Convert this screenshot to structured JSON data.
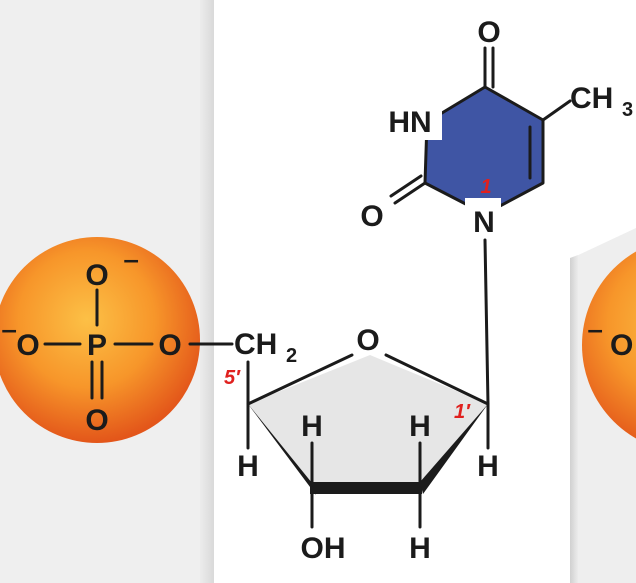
{
  "atoms": {
    "carbonyl_top_o": "O",
    "hn": "HN",
    "methyl_ch": "CH",
    "methyl_sub": "3",
    "carbonyl_left_o": "O",
    "n1": "N",
    "ring_o": "O",
    "ch2_ch": "CH",
    "ch2_sub": "2",
    "h_c4_up": "H",
    "h_c2_up": "H",
    "h_c5_down": "H",
    "h_c1_down": "H",
    "oh": "OH",
    "h_c3_down": "H",
    "p": "P",
    "p_o_top": "O",
    "p_o_left": "O",
    "p_o_right": "O",
    "p_o_bottom": "O",
    "next_o": "O"
  },
  "charges": {
    "p_o_top": "−",
    "p_o_left": "−",
    "next_o": "−"
  },
  "position_labels": {
    "base_n1": "1",
    "sugar_c1": "1′",
    "sugar_c5": "5′"
  },
  "colors": {
    "base_fill": "#3f55a4",
    "sugar_fill": "#e6e6e6",
    "phosphate_core": "#f8a231",
    "phosphate_edge": "#e35a13",
    "label_red": "#e0201e"
  }
}
